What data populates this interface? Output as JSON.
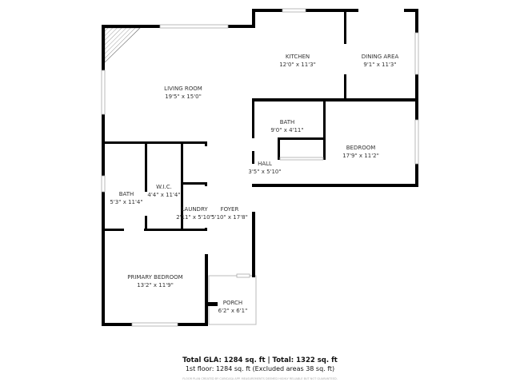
{
  "rooms": [
    {
      "name": "LIVING ROOM",
      "size": "19'5\" x 15'0\""
    },
    {
      "name": "KITCHEN",
      "size": "12'0\" x 11'3\""
    },
    {
      "name": "DINING AREA",
      "size": "9'1\" x 11'3\""
    },
    {
      "name": "BATH",
      "size": "9'0\" x 4'11\""
    },
    {
      "name": "BEDROOM",
      "size": "17'9\" x 11'2\""
    },
    {
      "name": "HALL",
      "size": "3'5\" x 5'10\""
    },
    {
      "name": "BATH",
      "size": "5'3\" x 11'4\""
    },
    {
      "name": "W.I.C.",
      "size": "4'4\" x 11'4\""
    },
    {
      "name": "LAUNDRY",
      "size": "2'11\" x 5'10\""
    },
    {
      "name": "FOYER",
      "size": "5'10\" x 17'8\""
    },
    {
      "name": "PRIMARY BEDROOM",
      "size": "13'2\" x 11'9\""
    },
    {
      "name": "PORCH",
      "size": "6'2\" x 6'1\""
    }
  ],
  "footer": {
    "totals": "Total GLA: 1284 sq. ft | Total: 1322 sq. ft",
    "floor": "1st floor: 1284 sq. ft (Excluded areas 38 sq. ft)",
    "disclaimer": "FLOOR PLAN CREATED BY CUBICASA APP. MEASUREMENTS DEEMED HIGHLY RELIABLE BUT NOT GUARANTEED."
  },
  "colors": {
    "wall": "#000000",
    "window": "#cccccc"
  }
}
